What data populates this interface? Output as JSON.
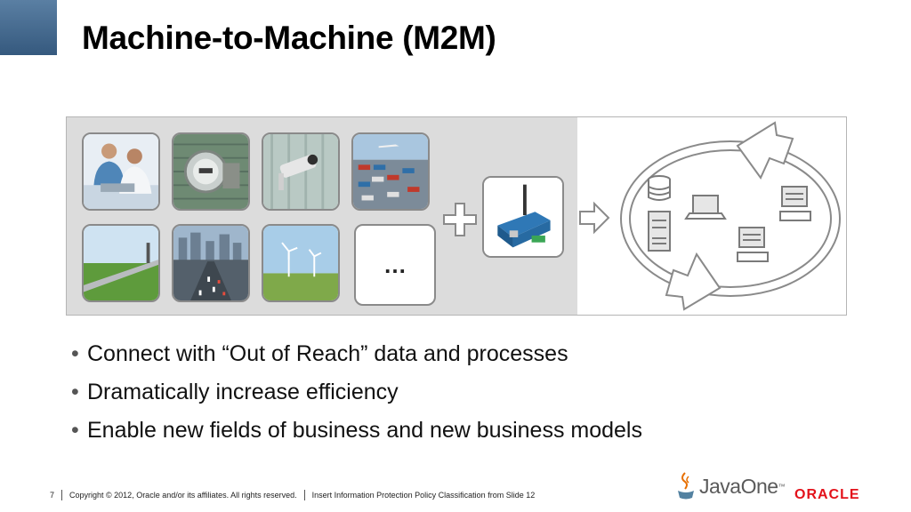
{
  "slide": {
    "title": "Machine-to-Machine (M2M)",
    "more_label": "…",
    "bullets": [
      "Connect with “Out of Reach” data and processes",
      "Dramatically increase efficiency",
      "Enable new fields of business and new business models"
    ]
  },
  "footer": {
    "page_number": "7",
    "copyright": "Copyright © 2012, Oracle and/or its affiliates. All rights reserved.",
    "classification": "Insert Information Protection Policy Classification from Slide 12"
  },
  "logos": {
    "java_word": "JavaOne",
    "java_tm": "™",
    "oracle_word": "ORACLE"
  },
  "colors": {
    "accent_blue": "#35597e",
    "oracle_red": "#e3121b",
    "icon_gray": "#8a8a8a"
  },
  "icons": {
    "tiles": [
      "doctors-photo",
      "utility-meter-photo",
      "security-camera-photo",
      "shipping-containers-photo",
      "pipeline-field-photo",
      "highway-city-photo",
      "wind-farm-photo"
    ],
    "plus": "plus-icon",
    "modem": "m2m-modem-icon",
    "arrow": "arrow-right-icon",
    "cycle": "cycle-arrows-icon"
  }
}
